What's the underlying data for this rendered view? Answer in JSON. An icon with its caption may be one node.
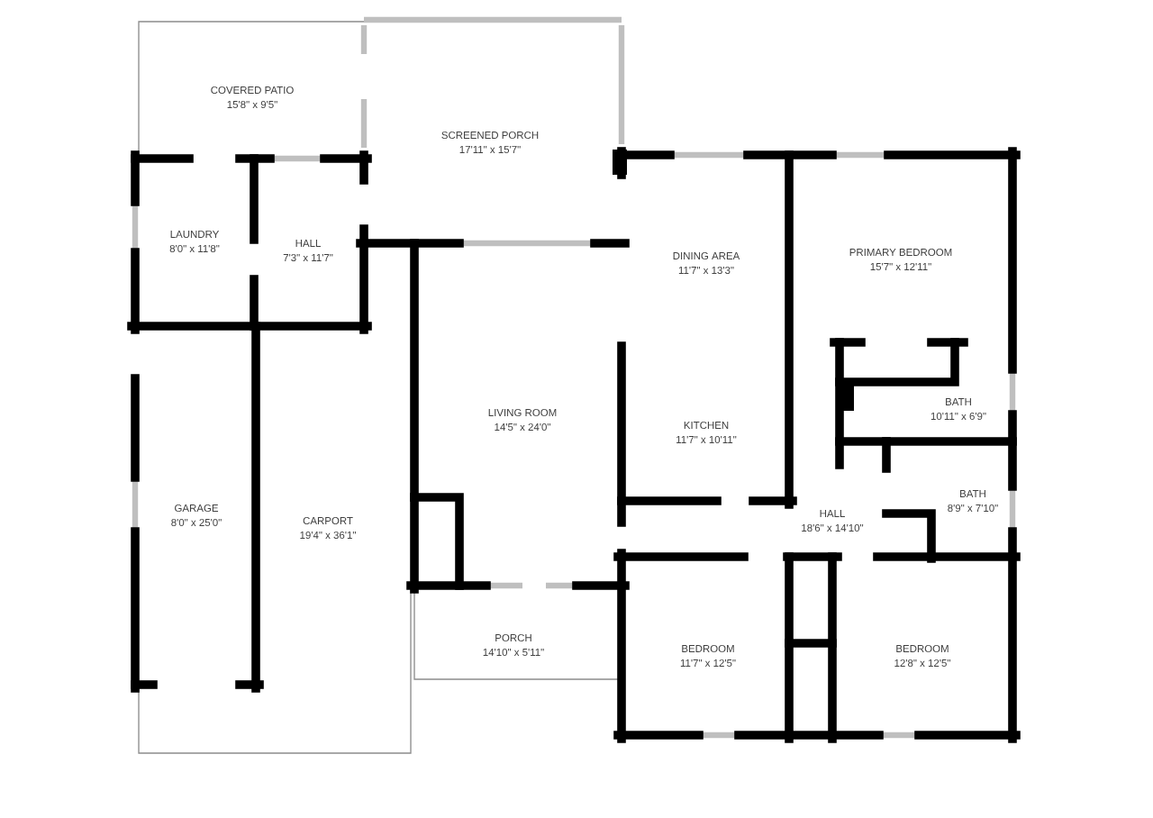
{
  "diagram": {
    "labels": [
      "COVERED PATIO",
      "15'8\" x 9'5\"",
      "SCREENED PORCH",
      "17'11\" x 15'7\"",
      "LAUNDRY",
      "8'0\" x 11'8\"",
      "HALL",
      "7'3\" x 11'7\"",
      "DINING AREA",
      "11'7\" x 13'3\"",
      "PRIMARY BEDROOM",
      "15'7\" x 12'11\"",
      "KITCHEN",
      "11'7\" x 10'11\"",
      "BATH",
      "10'11\" x 6'9\"",
      "LIVING ROOM",
      "14'5\" x 24'0\"",
      "BATH",
      "8'9\" x 7'10\"",
      "HALL",
      "18'6\" x 14'10\"",
      "GARAGE",
      "8'0\" x 25'0\"",
      "CARPORT",
      "19'4\" x 36'1\"",
      "PORCH",
      "14'10\" x 5'11\"",
      "BEDROOM",
      "11'7\" x 12'5\"",
      "BEDROOM",
      "12'8\" x 12'5\""
    ]
  }
}
